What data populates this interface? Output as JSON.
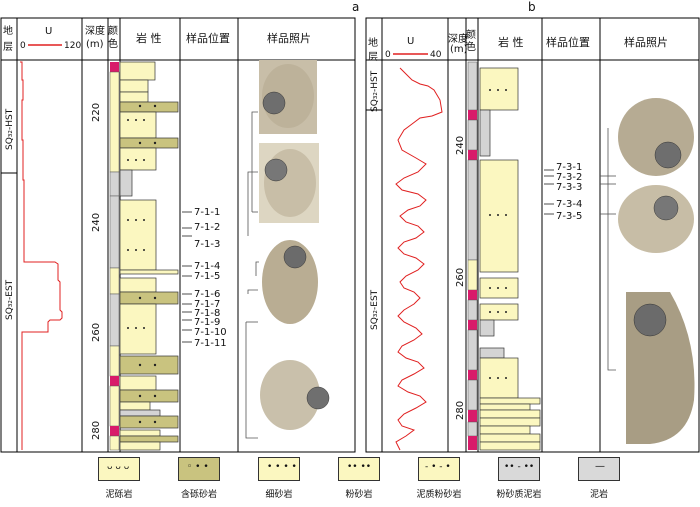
{
  "panel_a": {
    "letter": "a",
    "headers": {
      "layer": "地层",
      "depth": "深度\n(m)",
      "color": "颜色",
      "lithology": "岩性",
      "sample_pos": "样品位置",
      "sample_photo": "样品照片"
    },
    "gamma": {
      "label": "U",
      "min": "0",
      "max": "120"
    },
    "sequences": [
      "SQ₃₂-HST",
      "SQ₃₂-EST"
    ],
    "depth_ticks": [
      "220",
      "240",
      "260",
      "280"
    ],
    "samples": [
      "7-1-1",
      "7-1-2",
      "7-1-3",
      "7-1-4",
      "7-1-5",
      "7-1-6",
      "7-1-7",
      "7-1-8",
      "7-1-9",
      "7-1-10",
      "7-1-11"
    ]
  },
  "panel_b": {
    "letter": "b",
    "headers": {
      "layer": "地层",
      "depth": "深度\n(m)",
      "color": "颜色",
      "lithology": "岩性",
      "sample_pos": "样品位置",
      "sample_photo": "样品照片"
    },
    "gamma": {
      "label": "U",
      "min": "0",
      "max": "40"
    },
    "sequences": [
      "SQ₃₂-HST",
      "SQ₃₂-EST"
    ],
    "depth_ticks": [
      "240",
      "260",
      "280"
    ],
    "samples": [
      "7-3-1",
      "7-3-2",
      "7-3-3",
      "7-3-4",
      "7-3-5"
    ]
  },
  "legend": [
    {
      "label": "泥砾岩",
      "fill": "#fbf7c0",
      "pattern": "pebble"
    },
    {
      "label": "含砾砂岩",
      "fill": "#c9c37f",
      "pattern": "pebble-dot"
    },
    {
      "label": "细砂岩",
      "fill": "#fbf7c0",
      "pattern": "dot"
    },
    {
      "label": "粉砂岩",
      "fill": "#fbf7c0",
      "pattern": "silt"
    },
    {
      "label": "泥质粉砂岩",
      "fill": "#fbf7c0",
      "pattern": "dash-dot"
    },
    {
      "label": "粉砂质泥岩",
      "fill": "#d9d9d9",
      "pattern": "dot-dash"
    },
    {
      "label": "泥岩",
      "fill": "#d9d9d9",
      "pattern": "dash"
    }
  ],
  "colors": {
    "red": "#e02020",
    "magenta": "#d81b6a",
    "sand": "#fbf7c0",
    "grey": "#d4d4d4",
    "dark_sand": "#c9c37f"
  }
}
